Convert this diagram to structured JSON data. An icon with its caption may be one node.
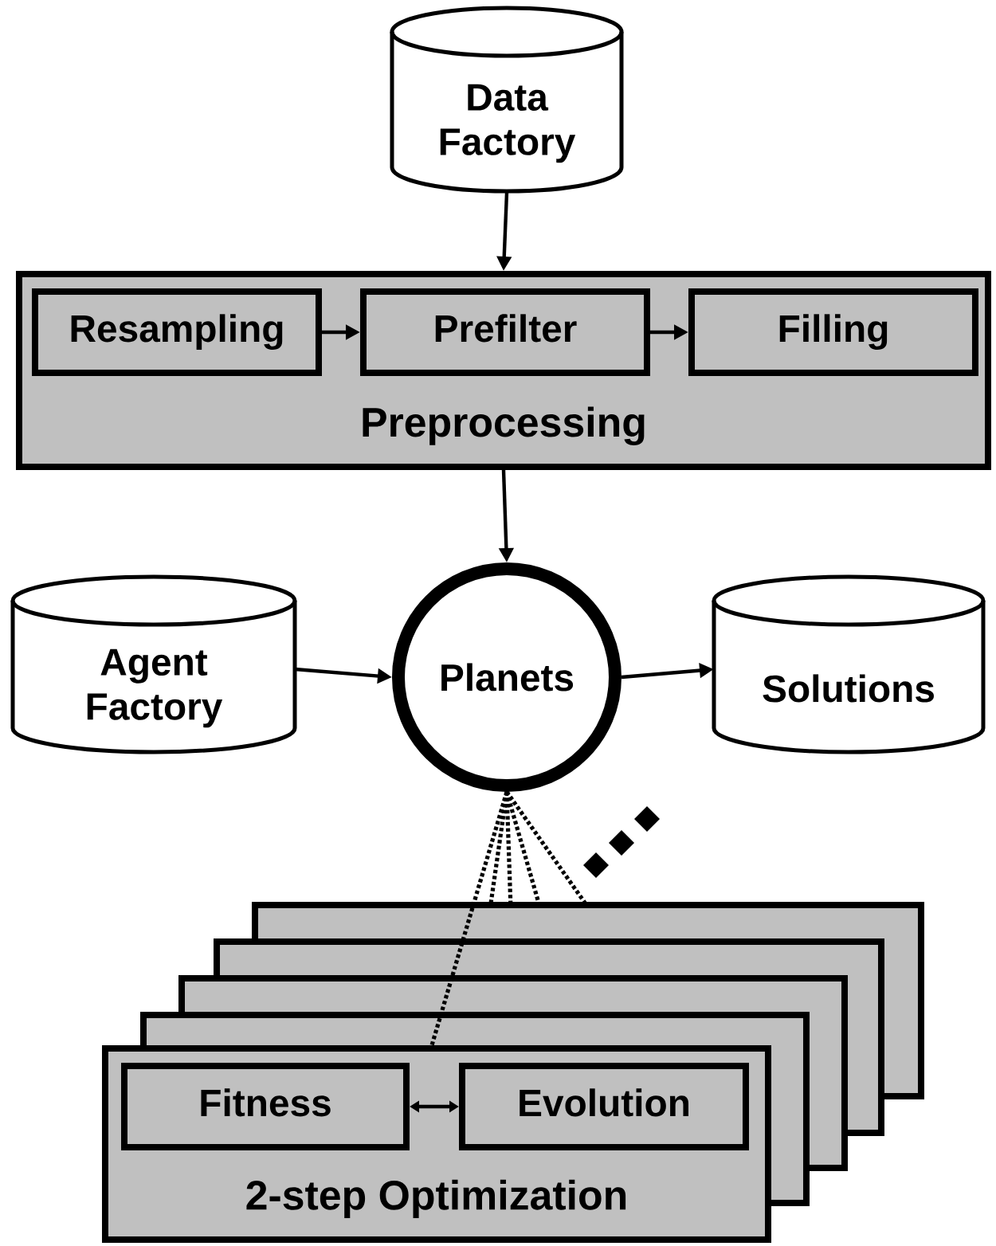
{
  "diagram": {
    "nodes": [
      {
        "text": [
          "Data Factory"
        ]
      },
      {
        "text": [
          "Preprocessing"
        ]
      },
      {
        "text": [
          "Resampling"
        ],
        "in": 1
      },
      {
        "text": [
          "Prefilter"
        ],
        "in": 1
      },
      {
        "text": [
          "Filling"
        ],
        "in": 1
      },
      {
        "text": [
          "Agent Factory"
        ]
      },
      {
        "text": [
          "Planets"
        ]
      },
      {
        "text": [
          "Solutions"
        ]
      },
      {
        "text": [
          "2-step Optimization"
        ]
      },
      {
        "text": [
          "Fitness"
        ],
        "in": 8
      },
      {
        "text": [
          "Evolution"
        ],
        "in": 8
      }
    ],
    "edges": [
      {
        "from": 0,
        "to": 1,
        "arrow": "to"
      },
      {
        "from": 2,
        "to": 3,
        "arrow": "to"
      },
      {
        "from": 3,
        "to": 4,
        "arrow": "to"
      },
      {
        "from": 1,
        "to": 6,
        "arrow": "to"
      },
      {
        "from": 5,
        "to": 6,
        "arrow": "to"
      },
      {
        "from": 6,
        "to": 7,
        "arrow": "to"
      },
      {
        "from": 6,
        "to": 8,
        "arrow": "none",
        "style": "dashed"
      },
      {
        "from": 9,
        "to": 10,
        "arrow": "both"
      }
    ]
  }
}
